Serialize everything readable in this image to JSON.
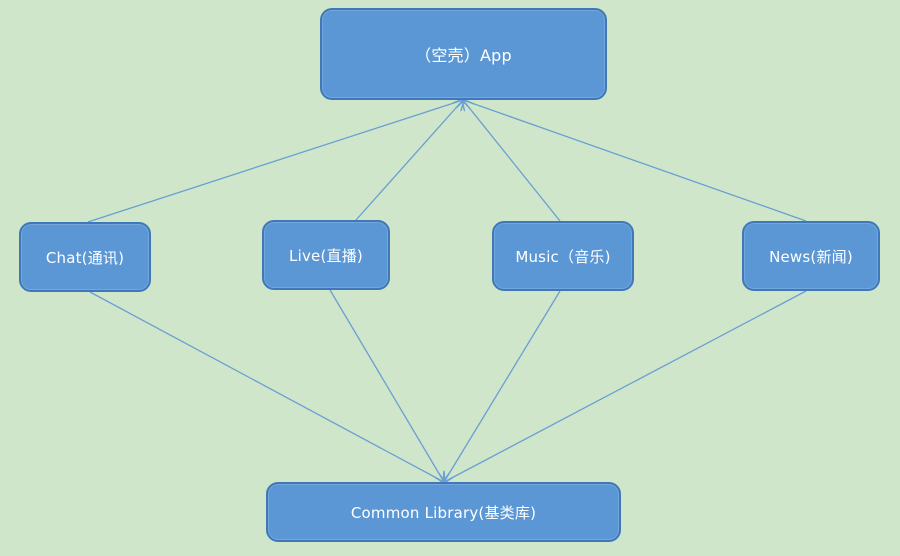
{
  "colors": {
    "background": "#cfe6cb",
    "node_fill": "#5b97d5",
    "node_border": "#3f78b8",
    "node_text": "#ffffff",
    "edge": "#6a9fd2"
  },
  "nodes": {
    "app": {
      "label": "（空壳）App"
    },
    "chat": {
      "label": "Chat(通讯)"
    },
    "live": {
      "label": "Live(直播)"
    },
    "music": {
      "label": "Music（音乐)"
    },
    "news": {
      "label": "News(新闻)"
    },
    "common": {
      "label": "Common Library(基类库)"
    }
  },
  "edges": [
    {
      "from": "chat",
      "to": "app"
    },
    {
      "from": "live",
      "to": "app"
    },
    {
      "from": "music",
      "to": "app"
    },
    {
      "from": "news",
      "to": "app"
    },
    {
      "from": "chat",
      "to": "common"
    },
    {
      "from": "live",
      "to": "common"
    },
    {
      "from": "music",
      "to": "common"
    },
    {
      "from": "news",
      "to": "common"
    }
  ]
}
